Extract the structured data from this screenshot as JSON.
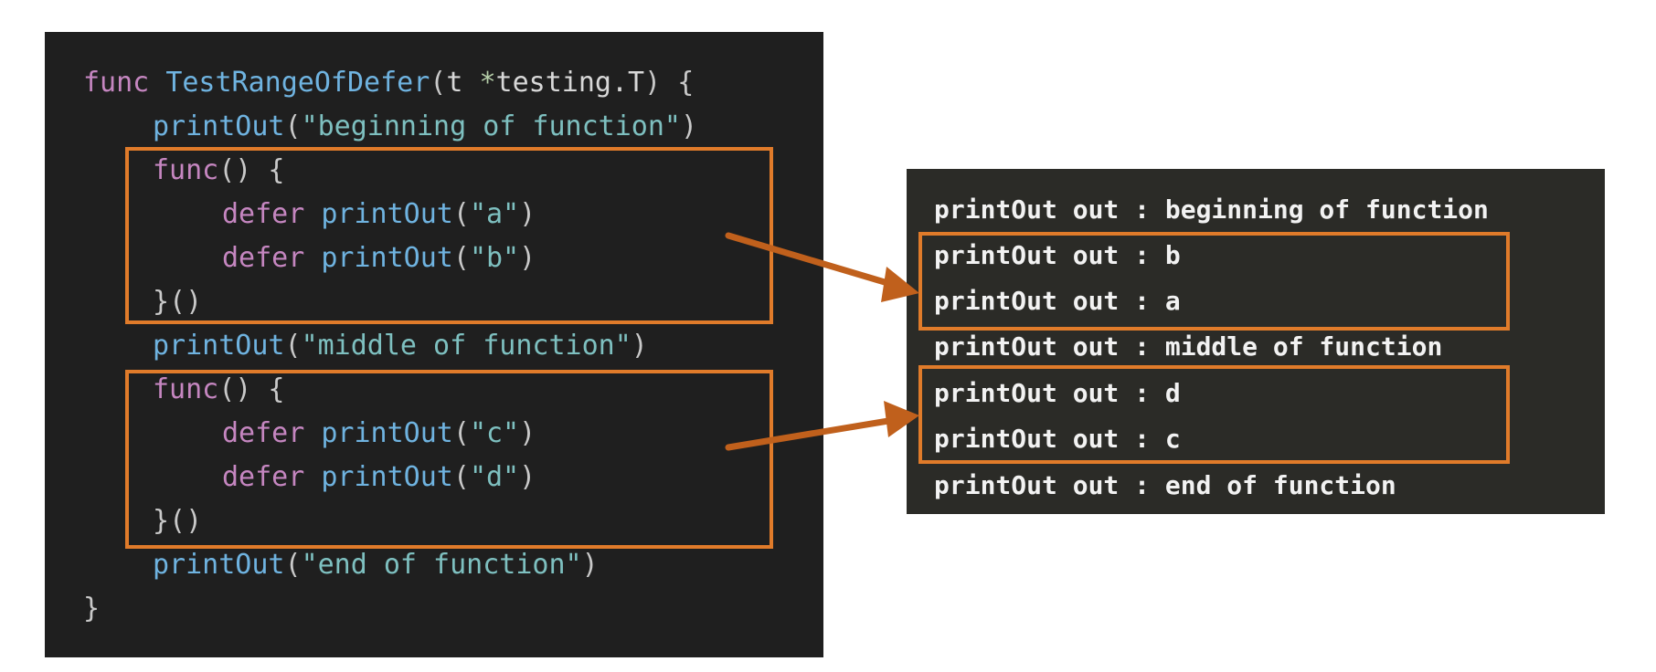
{
  "code": {
    "func_keyword": "func",
    "test_name": "TestRangeOfDefer",
    "param_name": "t",
    "param_star": "*",
    "param_type": "testing.T",
    "open_brace": "{",
    "print_fn": "printOut",
    "defer_keyword": "defer",
    "closure_func": "func",
    "closure_open": "() {",
    "closure_close": "}()",
    "close_brace": "}",
    "strings": {
      "begin": "\"beginning of function\"",
      "a": "\"a\"",
      "b": "\"b\"",
      "middle": "\"middle of function\"",
      "c": "\"c\"",
      "d": "\"d\"",
      "end": "\"end of function\""
    }
  },
  "output": {
    "lines": [
      "printOut out : beginning of function",
      "printOut out : b",
      "printOut out : a",
      "printOut out : middle of function",
      "printOut out : d",
      "printOut out : c",
      "printOut out : end of function"
    ]
  },
  "colors": {
    "highlight": "#e07b2a",
    "arrow": "#c0601c",
    "code_bg": "#1f1f1f",
    "output_bg": "#2b2b27"
  }
}
